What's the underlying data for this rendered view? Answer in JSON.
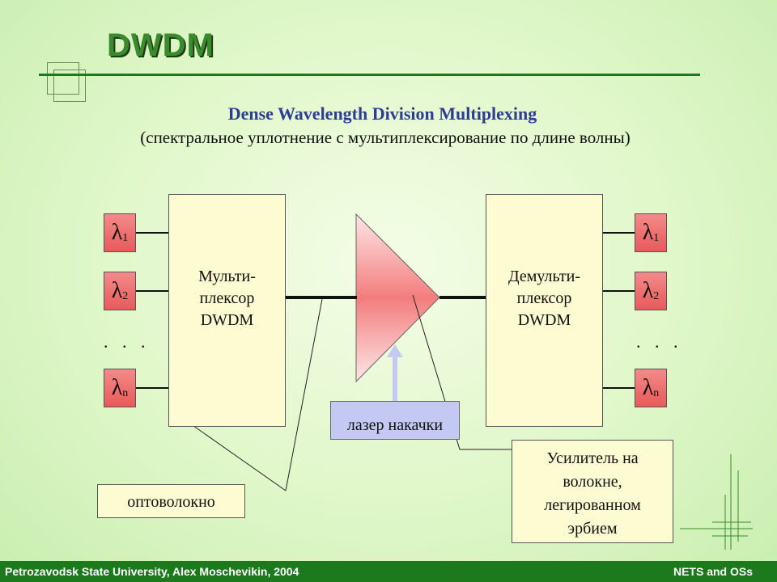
{
  "slide": {
    "title": "DWDM",
    "subtitle_en": "Dense Wavelength Division Multiplexing",
    "subtitle_ru": "(спектральное уплотнение с мультиплексирование по длине волны)"
  },
  "diagram": {
    "mux_label": [
      "Мульти-",
      "плексор",
      "DWDM"
    ],
    "demux_label": [
      "Демульти-",
      "плексор",
      "DWDM"
    ],
    "channels": [
      {
        "symbol": "λ",
        "sub": "1"
      },
      {
        "symbol": "λ",
        "sub": "2"
      },
      {
        "symbol": "λ",
        "sub": "n"
      }
    ],
    "ellipsis": ". . .",
    "pump_laser_label": "лазер накачки",
    "fiber_label": "оптоволокно",
    "amplifier_label": [
      "Усилитель на",
      "волокне,",
      "легированном",
      "эрбием"
    ]
  },
  "footer": {
    "left": "Petrozavodsk State University, Alex Moschevikin, 2004",
    "right": "NETS and OSs"
  },
  "colors": {
    "title_green": "#3c8a2e",
    "rule_green": "#1c7a1c",
    "subtitle_blue": "#2e3d8f",
    "block_fill": "#fdfbd2",
    "lambda_fill": "#e85a5a",
    "laser_fill": "#c3c9f2",
    "amplifier_fill": "#f58a8a"
  }
}
